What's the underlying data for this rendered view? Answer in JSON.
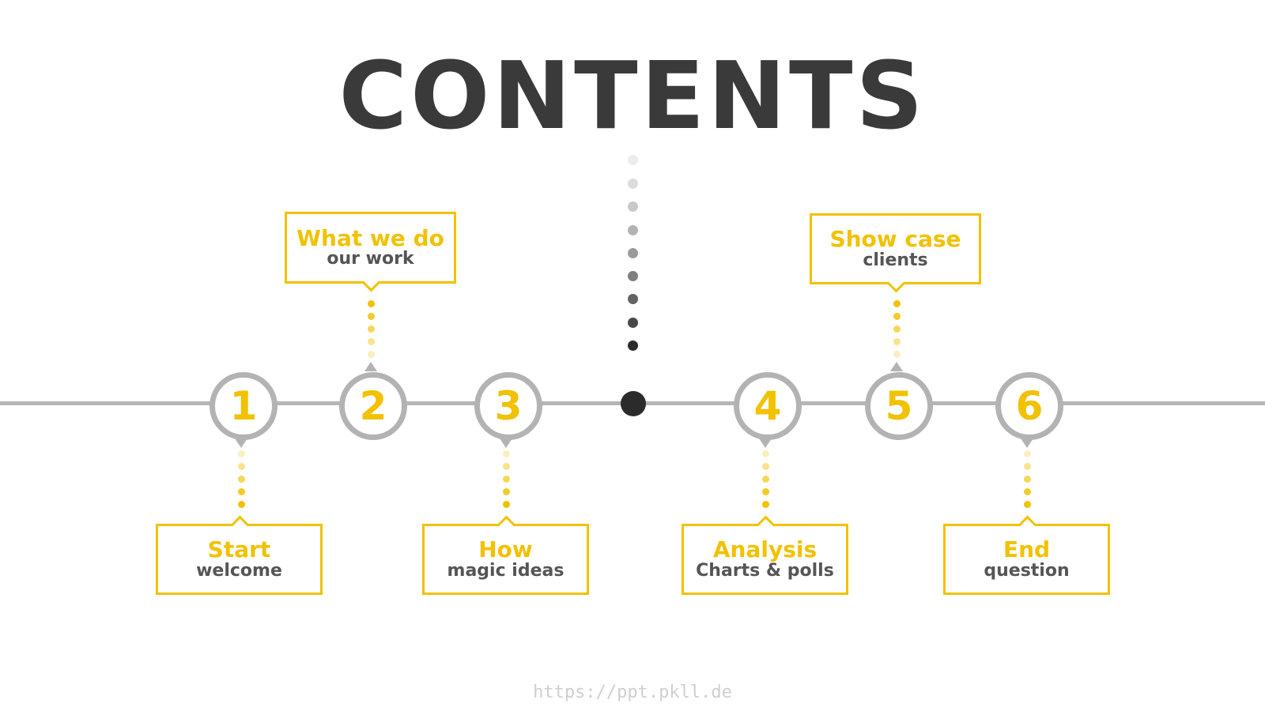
{
  "title": "CONTENTS",
  "colors": {
    "accent": "#f2c100",
    "circle_border": "#b3b3b3",
    "line": "#b5b5b5",
    "title": "#3a3a3a",
    "sub": "#555555"
  },
  "steps": [
    {
      "number": "1",
      "title": "Start",
      "subtitle": "welcome"
    },
    {
      "number": "2",
      "title": "What we do",
      "subtitle": "our work"
    },
    {
      "number": "3",
      "title": "How",
      "subtitle": "magic ideas"
    },
    {
      "number": "4",
      "title": "Analysis",
      "subtitle": "Charts & polls"
    },
    {
      "number": "5",
      "title": "Show case",
      "subtitle": "clients"
    },
    {
      "number": "6",
      "title": "End",
      "subtitle": "question"
    }
  ],
  "footer": "https://ppt.pkll.de"
}
